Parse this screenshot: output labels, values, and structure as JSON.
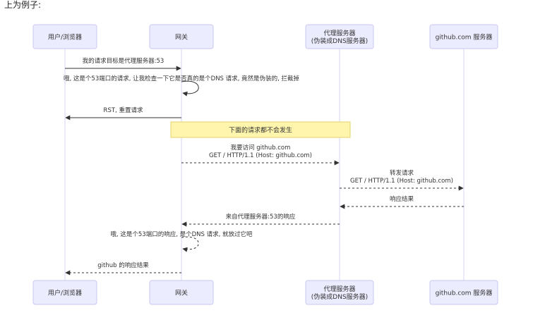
{
  "top_text": "上为例子:",
  "colors": {
    "actor_fill": "#ececff",
    "actor_stroke": "#c9c9f0",
    "lifeline": "#d5d5f2",
    "message": "#333333",
    "note_fill": "#fff5ad",
    "note_stroke": "#e4d46a",
    "text": "#333333"
  },
  "participants": [
    {
      "id": "user",
      "label_lines": [
        "用户/浏览器"
      ]
    },
    {
      "id": "gateway",
      "label_lines": [
        "网关"
      ]
    },
    {
      "id": "proxy",
      "label_lines": [
        "代理服务器",
        "(伪装成DNS服务器)"
      ]
    },
    {
      "id": "github",
      "label_lines": [
        "github.com 服务器"
      ]
    }
  ],
  "messages": [
    {
      "id": "m1",
      "from": "user",
      "to": "gateway",
      "dashed": false,
      "text_lines": [
        "我的请求目标是代理服务器:53"
      ]
    },
    {
      "id": "m2",
      "from": "gateway",
      "to": "gateway",
      "dashed": false,
      "text_lines": [
        "哦, 这是个53端口的请求, 让我检查一下它是否真的是个DNS 请求, 竟然是伪装的, 拦截掉"
      ]
    },
    {
      "id": "m3",
      "from": "gateway",
      "to": "user",
      "dashed": false,
      "text_lines": [
        "RST, 重置请求"
      ]
    },
    {
      "id": "m4",
      "from": "gateway",
      "to": "proxy",
      "dashed": true,
      "text_lines": [
        "我要访问 github.com",
        "GET / HTTP/1.1 (Host: github.com)"
      ]
    },
    {
      "id": "m5",
      "from": "proxy",
      "to": "github",
      "dashed": true,
      "text_lines": [
        "转发请求",
        "GET / HTTP/1.1 (Host: github.com)"
      ]
    },
    {
      "id": "m6",
      "from": "github",
      "to": "proxy",
      "dashed": true,
      "text_lines": [
        "响应结果"
      ]
    },
    {
      "id": "m7",
      "from": "proxy",
      "to": "gateway",
      "dashed": true,
      "text_lines": [
        "来自代理服务器:53的响应"
      ]
    },
    {
      "id": "m8",
      "from": "gateway",
      "to": "gateway",
      "dashed": true,
      "text_lines": [
        "哦, 这是个53端口的响应, 是个DNS 请求, 就放过它吧"
      ]
    },
    {
      "id": "m9",
      "from": "gateway",
      "to": "user",
      "dashed": true,
      "text_lines": [
        "github 的响应结果"
      ]
    }
  ],
  "note": {
    "id": "n1",
    "over": [
      "gateway",
      "proxy"
    ],
    "text": "下面的请求都不会发生"
  }
}
